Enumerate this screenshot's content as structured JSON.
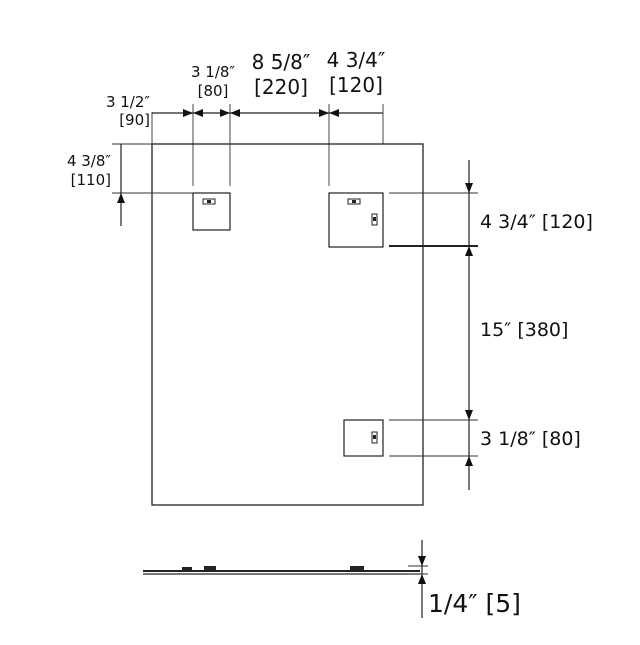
{
  "dimensions": {
    "top_left_offset_in": "3 1/2″",
    "top_left_offset_mm": "[90]",
    "bracket_width_left_in": "3 1/8″",
    "bracket_width_left_mm": "[80]",
    "bracket_spacing_in": "8 5/8″",
    "bracket_spacing_mm": "[220]",
    "bracket_width_right": "4 3/4″",
    "bracket_width_right_mm": "[120]",
    "top_vertical_offset_in": "4 3/8″",
    "top_vertical_offset_mm": "[110]",
    "right_upper_height": "4 3/4″ [120]",
    "right_middle_height": "15″ [380]",
    "right_lower_height": "3 1/8″ [80]",
    "thickness": "1/4″ [5]"
  },
  "colors": {
    "line": "#222222",
    "text": "#111111",
    "background": "#ffffff"
  }
}
